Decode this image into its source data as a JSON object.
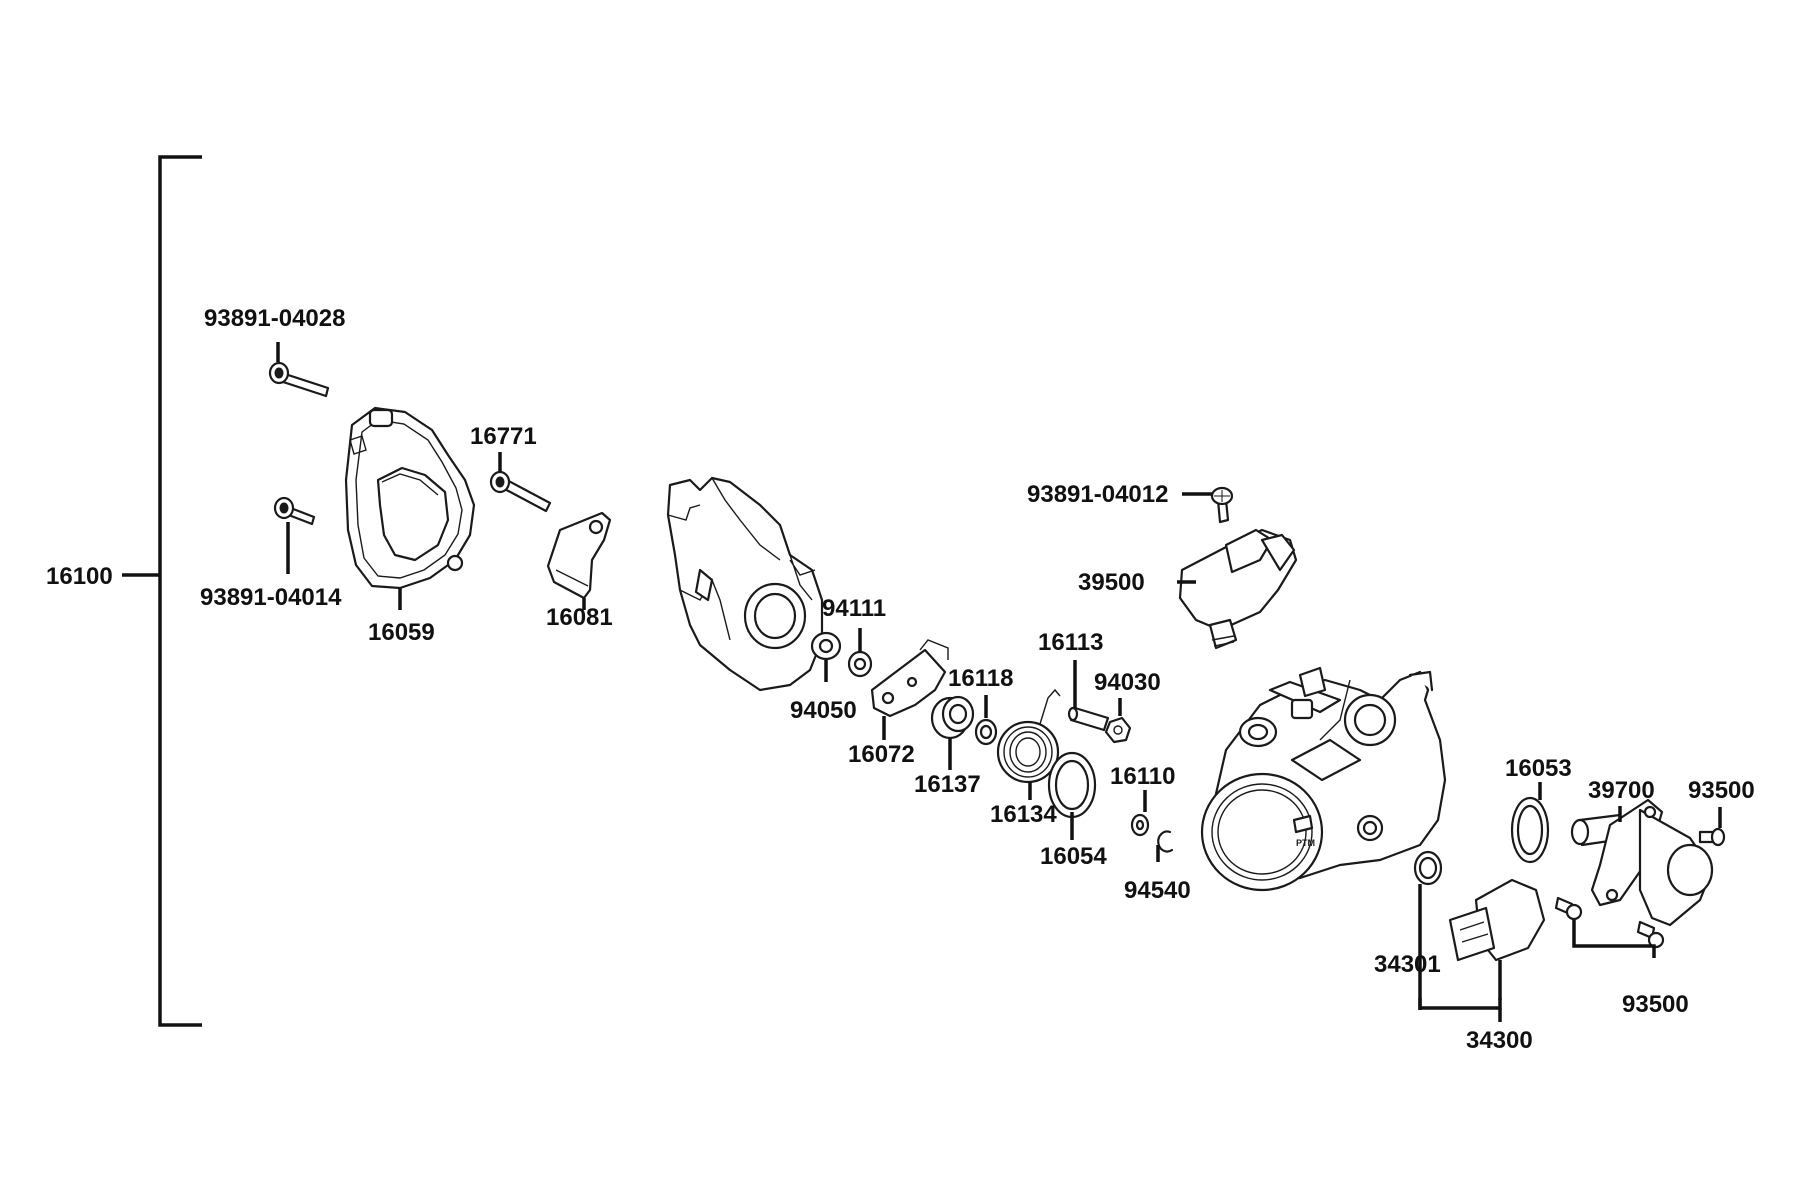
{
  "labels": {
    "l16100": "16100",
    "l93891_04028": "93891-04028",
    "l93891_04014": "93891-04014",
    "l16059": "16059",
    "l16771": "16771",
    "l16081": "16081",
    "l94111": "94111",
    "l94050": "94050",
    "l16072": "16072",
    "l16118": "16118",
    "l16137": "16137",
    "l16113": "16113",
    "l16134": "16134",
    "l94030": "94030",
    "l16054": "16054",
    "l16110": "16110",
    "l94540": "94540",
    "l93891_04012": "93891-04012",
    "l39500": "39500",
    "l16053": "16053",
    "l39700": "39700",
    "l93500_top": "93500",
    "l93500_bottom": "93500",
    "l34301": "34301",
    "l34300": "34300"
  },
  "body_marking": "PTM"
}
